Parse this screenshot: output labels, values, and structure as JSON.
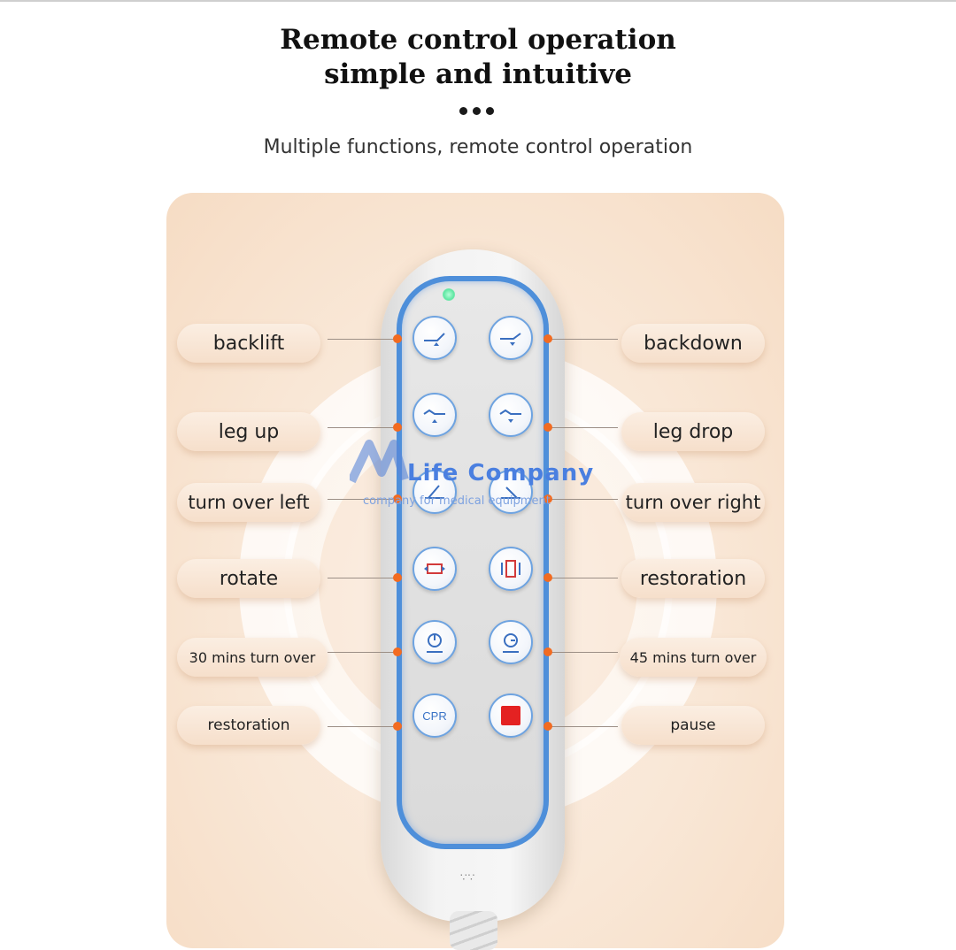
{
  "header": {
    "title_line1": "Remote control operation",
    "title_line2": "simple and intuitive",
    "subtitle": "Multiple functions, remote control operation"
  },
  "labels": {
    "backlift": "backlift",
    "backdown": "backdown",
    "leg_up": "leg up",
    "leg_drop": "leg drop",
    "turn_over_left": "turn over left",
    "turn_over_right": "turn over right",
    "rotate": "rotate",
    "restoration_right": "restoration",
    "mins30": "30 mins turn over",
    "mins45": "45 mins turn over",
    "restoration_left": "restoration",
    "pause": "pause"
  },
  "remote": {
    "cpr_label": "CPR",
    "speaker": "∵∵"
  },
  "watermark": {
    "brand_a": "Life",
    "brand_b": "Company",
    "tagline": "company for medical equipment"
  },
  "colors": {
    "accent_orange": "#f26b21",
    "remote_blue": "#4e8fda",
    "stop_red": "#e42222"
  }
}
